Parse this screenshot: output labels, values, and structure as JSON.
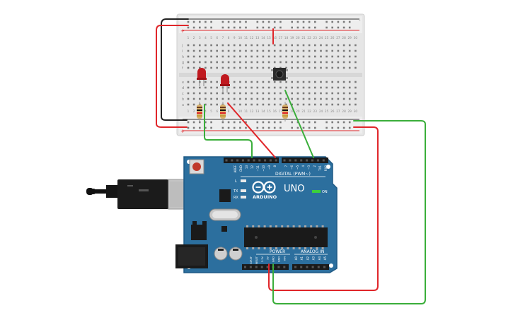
{
  "board": {
    "brand": "ARDUINO",
    "model": "UNO",
    "digital_header": "DIGITAL (PWM~)",
    "power_header": "POWER",
    "analog_header": "ANALOG IN",
    "on_label": "ON",
    "led_l": "L",
    "led_tx": "TX",
    "led_rx": "RX",
    "top_pins": [
      "AREF",
      "GND",
      "13",
      "12",
      "~11",
      "~10",
      "~9",
      "8",
      "7",
      "~6",
      "~5",
      "4",
      "~3",
      "2",
      "TX1",
      "RX0"
    ],
    "power_pins": [
      "IOREF",
      "RESET",
      "3.3V",
      "5V",
      "GND",
      "GND",
      "VIN"
    ],
    "analog_pins": [
      "A0",
      "A1",
      "A2",
      "A3",
      "A4",
      "A5"
    ]
  },
  "breadboard": {
    "row_letters_top": [
      "j",
      "i",
      "h",
      "g",
      "f"
    ],
    "row_letters_bottom": [
      "e",
      "d",
      "c",
      "b",
      "a"
    ],
    "rail_plus": "+",
    "rail_minus": "-",
    "columns": [
      "1",
      "2",
      "3",
      "4",
      "5",
      "6",
      "7",
      "8",
      "9",
      "10",
      "11",
      "12",
      "13",
      "14",
      "15",
      "16",
      "17",
      "18",
      "19",
      "20",
      "21",
      "22",
      "23",
      "24",
      "25",
      "26",
      "27",
      "28",
      "29",
      "30"
    ]
  },
  "colors": {
    "board": "#2c6f9e",
    "board_edge": "#1f5a85",
    "breadboard": "#e8e8e8",
    "wire_red": "#e0262a",
    "wire_green": "#3aae3a",
    "wire_black": "#222222",
    "led": "#c0191f"
  }
}
